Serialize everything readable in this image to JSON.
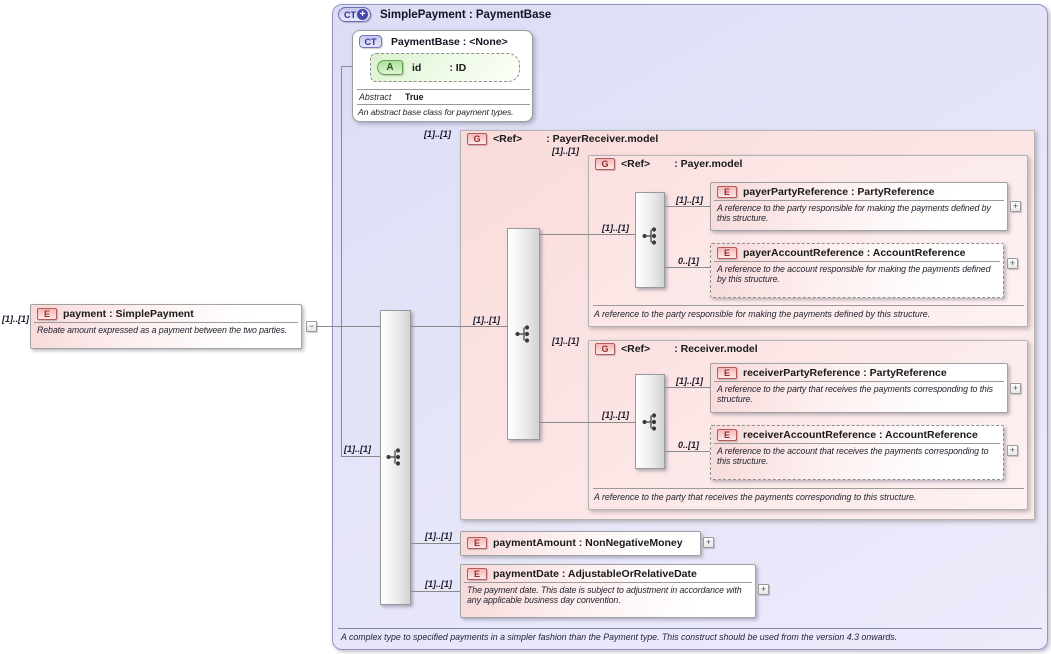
{
  "glyphs": {
    "expand": "+",
    "collapse": "−",
    "badge_plus": "+"
  },
  "payment": {
    "cardinality": "[1]..[1]",
    "badge": "E",
    "title": "payment : SimplePayment",
    "description": "Rebate amount expressed as a payment between the two parties."
  },
  "type_box": {
    "badge": "CT",
    "title": "SimplePayment : PaymentBase",
    "sequence_cardinality": "[1]..[1]",
    "footer": "A complex type to specified payments in a simpler fashion than the Payment type. This construct should be used from the version 4.3 onwards."
  },
  "payment_base": {
    "badge": "CT",
    "title": "PaymentBase : <None>",
    "attribute": {
      "badge": "A",
      "name": "id",
      "type": ": ID"
    },
    "abstract_label": "Abstract",
    "abstract_value": "True",
    "description": "An abstract base class for payment types."
  },
  "payer_receiver": {
    "cardinality": "[1]..[1]",
    "badge": "G",
    "name": "<Ref>",
    "type": ": PayerReceiver.model",
    "sequence_cardinality": "[1]..[1]",
    "payer": {
      "cardinality": "[1]..[1]",
      "badge": "G",
      "name": "<Ref>",
      "type": ": Payer.model",
      "sequence_cardinality": "[1]..[1]",
      "footer": "A reference to the party responsible for making the payments defined by this structure.",
      "elements": [
        {
          "cardinality": "[1]..[1]",
          "badge": "E",
          "title": "payerPartyReference : PartyReference",
          "description": "A reference to the party responsible for making the payments defined by this structure."
        },
        {
          "cardinality": "0..[1]",
          "badge": "E",
          "title": "payerAccountReference : AccountReference",
          "description": "A reference to the account responsible for making the payments defined by this structure."
        }
      ]
    },
    "receiver": {
      "cardinality": "[1]..[1]",
      "badge": "G",
      "name": "<Ref>",
      "type": ": Receiver.model",
      "sequence_cardinality": "[1]..[1]",
      "footer": "A reference to the party that receives the payments corresponding to this structure.",
      "elements": [
        {
          "cardinality": "[1]..[1]",
          "badge": "E",
          "title": "receiverPartyReference : PartyReference",
          "description": "A reference to the party that receives the payments corresponding to this structure."
        },
        {
          "cardinality": "0..[1]",
          "badge": "E",
          "title": "receiverAccountReference : AccountReference",
          "description": "A reference to the account that receives the payments corresponding to this structure."
        }
      ]
    }
  },
  "payment_amount": {
    "cardinality": "[1]..[1]",
    "badge": "E",
    "title": "paymentAmount : NonNegativeMoney"
  },
  "payment_date": {
    "cardinality": "[1]..[1]",
    "badge": "E",
    "title": "paymentDate : AdjustableOrRelativeDate",
    "description": "The payment date. This date is subject to adjustment in accordance with any applicable business day convention."
  }
}
